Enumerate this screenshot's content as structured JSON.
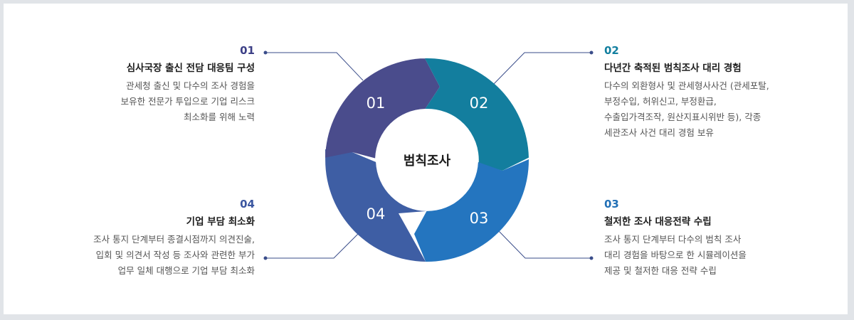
{
  "center_label": "범칙조사",
  "colors": {
    "seg01": "#4a4c8c",
    "seg02": "#137e9e",
    "seg03": "#2475bf",
    "seg04": "#3e5ea4",
    "num01": "#3c3f86",
    "num02": "#127f9f",
    "num03": "#2270b6",
    "num04": "#3b56a0",
    "connector": "#3a4d8a"
  },
  "segments": [
    {
      "label": "01"
    },
    {
      "label": "02"
    },
    {
      "label": "03"
    },
    {
      "label": "04"
    }
  ],
  "items": [
    {
      "number": "01",
      "title": "심사국장 출신 전담 대응팀 구성",
      "lines": [
        "관세청 출신 및 다수의 조사 경험을",
        "보유한 전문가 투입으로 기업 리스크",
        "최소화를 위해 노력"
      ]
    },
    {
      "number": "02",
      "title": "다년간 축적된 범칙조사 대리 경험",
      "lines": [
        "다수의 외환형사 및 관세형사사건 (관세포탈,",
        "부정수입, 허위신고, 부정환급,",
        "수출입가격조작, 원산지표시위반 등), 각종",
        "세관조사 사건 대리 경험 보유"
      ]
    },
    {
      "number": "03",
      "title": "철저한 조사 대응전략 수립",
      "lines": [
        "조사 통지 단계부터 다수의 범칙 조사",
        "대리 경험을 바탕으로 한 시뮬레이션을",
        "제공 및 철저한 대응 전략 수립"
      ]
    },
    {
      "number": "04",
      "title": "기업 부담 최소화",
      "lines": [
        "조사 통지 단계부터 종결시점까지 의견진술,",
        "입회 및 의견서 작성 등 조사와 관련한 부가",
        "업무 일체 대행으로 기업 부담 최소화"
      ]
    }
  ]
}
